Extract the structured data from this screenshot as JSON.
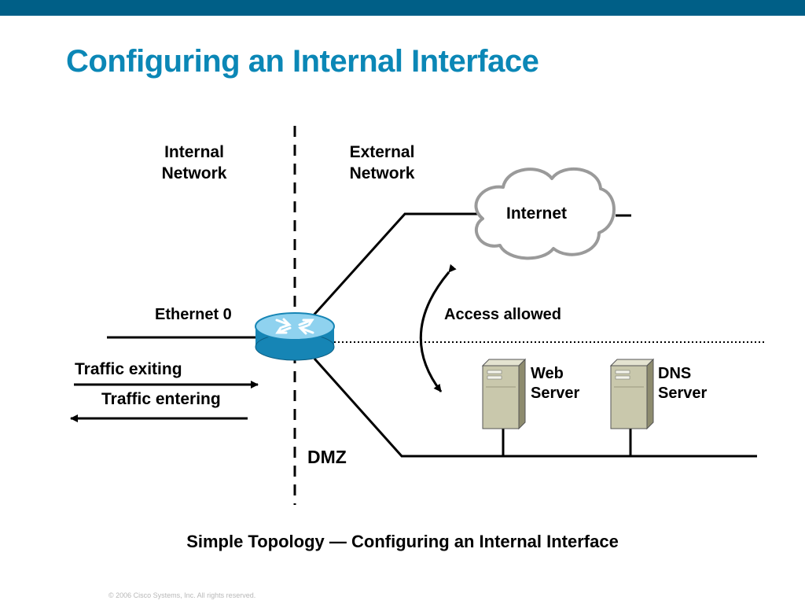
{
  "slide": {
    "title": "Configuring an Internal Interface",
    "caption": "Simple Topology — Configuring an Internal Interface",
    "footer": "© 2006 Cisco Systems, Inc. All rights reserved."
  },
  "diagram": {
    "zones": {
      "internal": [
        "Internal",
        "Network"
      ],
      "external": [
        "External",
        "Network"
      ],
      "dmz": "DMZ"
    },
    "interface_label": "Ethernet  0",
    "traffic": {
      "exiting": "Traffic exiting",
      "entering": "Traffic entering"
    },
    "access_label": "Access allowed",
    "cloud_label": "Internet",
    "servers": [
      {
        "icon": "server-icon",
        "label": [
          "Web",
          "Server"
        ]
      },
      {
        "icon": "server-icon",
        "label": [
          "DNS",
          "Server"
        ]
      }
    ],
    "router_icon": "router-icon"
  },
  "colors": {
    "top_bar": "#005f87",
    "title": "#0b87b6",
    "router_body": "#1685b5",
    "router_top": "#8fd2ef",
    "cloud_stroke": "#9a9a9a",
    "server_body": "#c9c8ac"
  }
}
